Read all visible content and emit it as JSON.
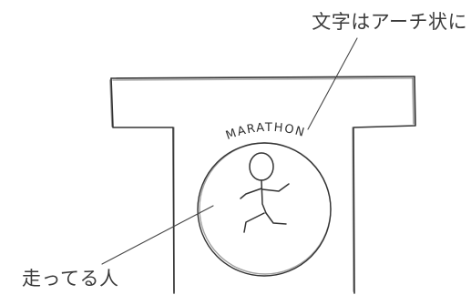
{
  "annotations": {
    "arch_text_note": "文字はアーチ状に",
    "runner_note": "走ってる人"
  },
  "shirt": {
    "print_text": "MARATHON"
  },
  "colors": {
    "ink": "#333333",
    "background": "#ffffff"
  }
}
